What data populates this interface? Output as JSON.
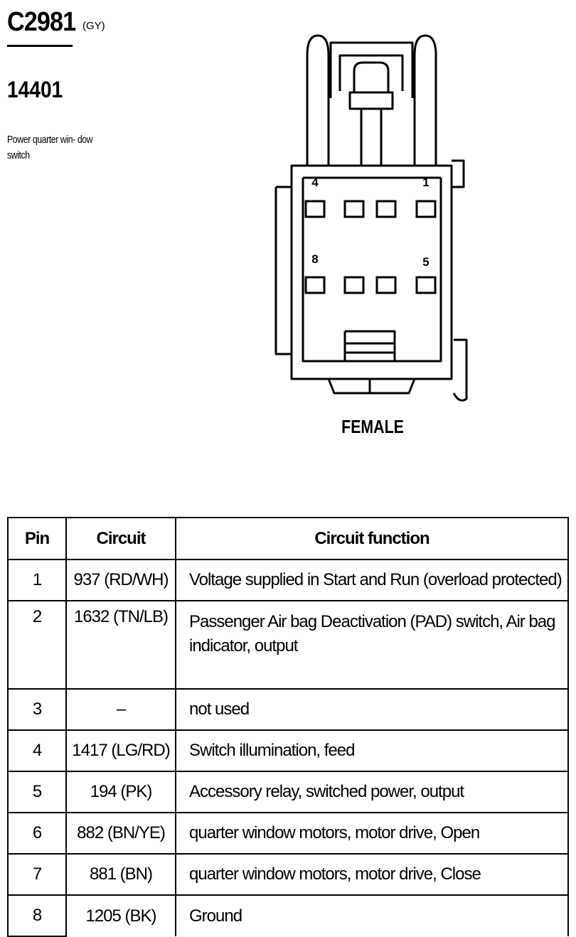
{
  "connector": {
    "id": "C2981",
    "color": "(GY)",
    "part_number": "14401",
    "description": "Power quarter win- dow switch",
    "gender": "FEMALE",
    "pin_labels": [
      "4",
      "1",
      "8",
      "5"
    ]
  },
  "table": {
    "headers": [
      "Pin",
      "Circuit",
      "Circuit function"
    ],
    "rows": [
      {
        "pin": "1",
        "circuit": "937 (RD/WH)",
        "function": "Voltage supplied in Start and Run (overload protected)"
      },
      {
        "pin": "2",
        "circuit": "1632 (TN/LB)",
        "function": "Passenger Air bag Deactivation (PAD) switch, Air bag indicator, output"
      },
      {
        "pin": "3",
        "circuit": "–",
        "function": "not used"
      },
      {
        "pin": "4",
        "circuit": "1417 (LG/RD)",
        "function": "Switch illumination, feed"
      },
      {
        "pin": "5",
        "circuit": "194 (PK)",
        "function": "Accessory relay, switched power, output"
      },
      {
        "pin": "6",
        "circuit": "882 (BN/YE)",
        "function": "quarter window motors, motor drive, Open"
      },
      {
        "pin": "7",
        "circuit": "881 (BN)",
        "function": "quarter window motors, motor drive, Close"
      },
      {
        "pin": "8",
        "circuit": "1205 (BK)",
        "function": "Ground"
      }
    ]
  }
}
